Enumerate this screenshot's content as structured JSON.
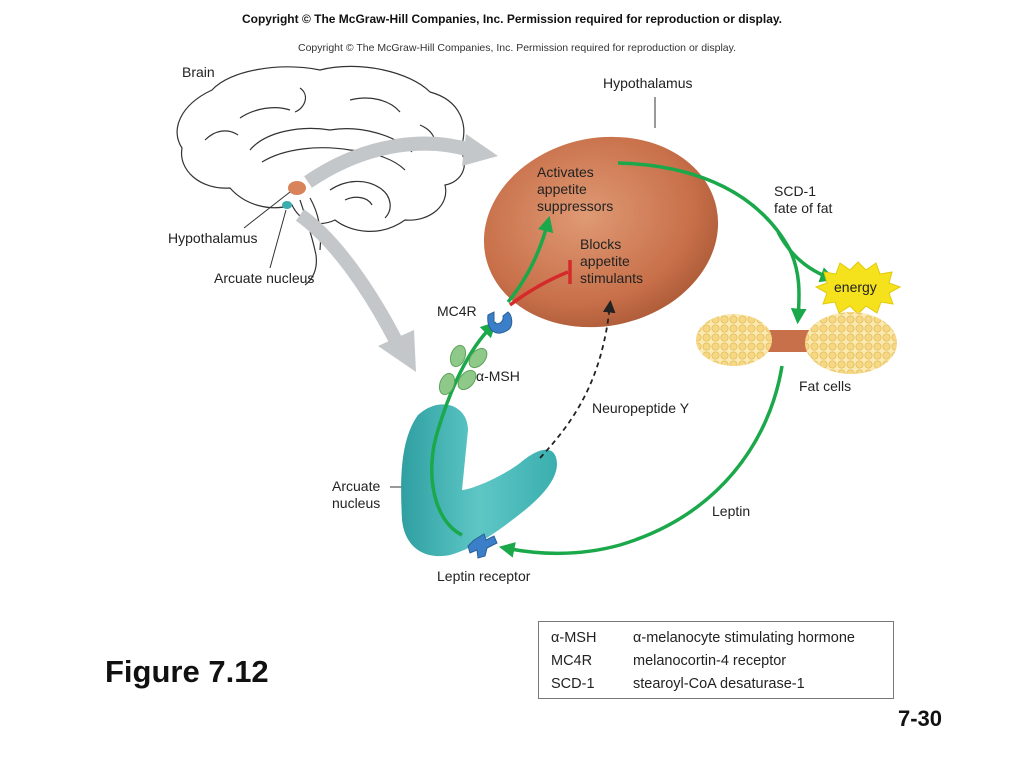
{
  "copyright_top": "Copyright  © The McGraw-Hill Companies, Inc.  Permission required for reproduction or display.",
  "copyright_figure": "Copyright © The McGraw-Hill Companies, Inc. Permission required for reproduction or display.",
  "labels": {
    "brain": "Brain",
    "hypothalamus_brain": "Hypothalamus",
    "arcuate_brain": "Arcuate nucleus",
    "hypothalamus_top": "Hypothalamus",
    "activates": [
      "Activates",
      "appetite",
      "suppressors"
    ],
    "blocks": [
      "Blocks",
      "appetite",
      "stimulants"
    ],
    "scd1": [
      "SCD-1",
      "fate of fat"
    ],
    "energy": "energy",
    "fat_cells": "Fat cells",
    "mc4r": "MC4R",
    "amsh": "α-MSH",
    "neuropeptide": "Neuropeptide Y",
    "arcuate_nucleus": [
      "Arcuate",
      "nucleus"
    ],
    "leptin": "Leptin",
    "leptin_receptor": "Leptin receptor"
  },
  "legend": [
    {
      "abbr": "α-MSH",
      "full": "α-melanocyte stimulating hormone"
    },
    {
      "abbr": "MC4R",
      "full": "melanocortin-4 receptor"
    },
    {
      "abbr": "SCD-1",
      "full": "stearoyl-CoA desaturase-1"
    }
  ],
  "figure_label": "Figure 7.12",
  "slide_number": "7-30",
  "colors": {
    "hypothalamus": "#c8704a",
    "arcuate": "#4bb8b8",
    "arrow_green": "#1aa84a",
    "block_red": "#d42a2a",
    "receptor_blue": "#3a7fc8",
    "msh_green": "#8ec98a",
    "fat_yellow": "#f6dc8c",
    "energy_yellow": "#f5e21c",
    "gray_arrow": "#c4c7c9"
  }
}
